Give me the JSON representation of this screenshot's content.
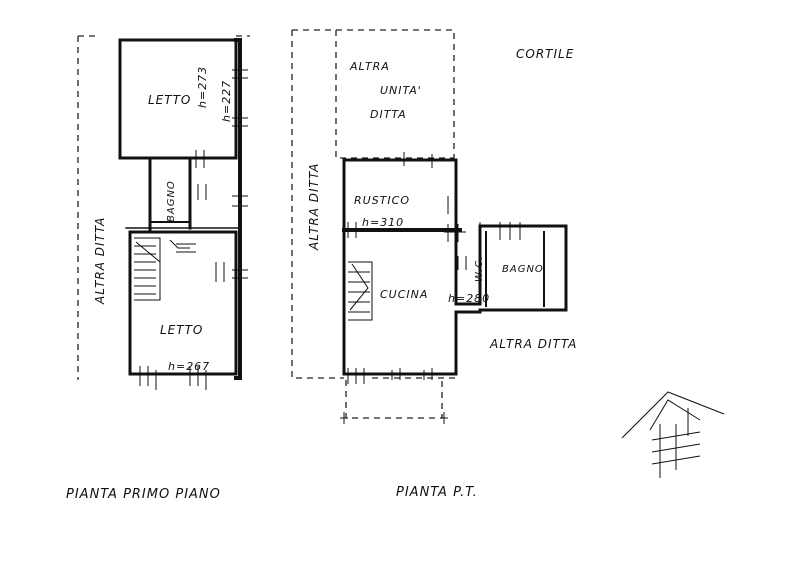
{
  "primo_piano": {
    "title": "PIANTA PRIMO PIANO",
    "rooms": {
      "letto_top": "LETTO",
      "letto_bottom": "LETTO",
      "bagno": "BAGNO"
    },
    "heights": {
      "h273": "h=273",
      "h227": "h=227",
      "h267": "h=267"
    },
    "neighbour": "ALTRA DITTA"
  },
  "piano_terra": {
    "title": "PIANTA P.T.",
    "rooms": {
      "altra_ditta_top_1": "ALTRA",
      "altra_ditta_top_2": "UNITA'",
      "altra_ditta_top_3": "DITTA",
      "rustico": "RUSTICO",
      "cucina": "CUCINA",
      "bagno": "BAGNO",
      "cortile": "CORTILE"
    },
    "heights": {
      "h310": "h=310",
      "h280": "h=280",
      "wc_mark": "W.C."
    },
    "neighbour_left": "ALTRA DITTA",
    "neighbour_right": "ALTRA DITTA"
  }
}
